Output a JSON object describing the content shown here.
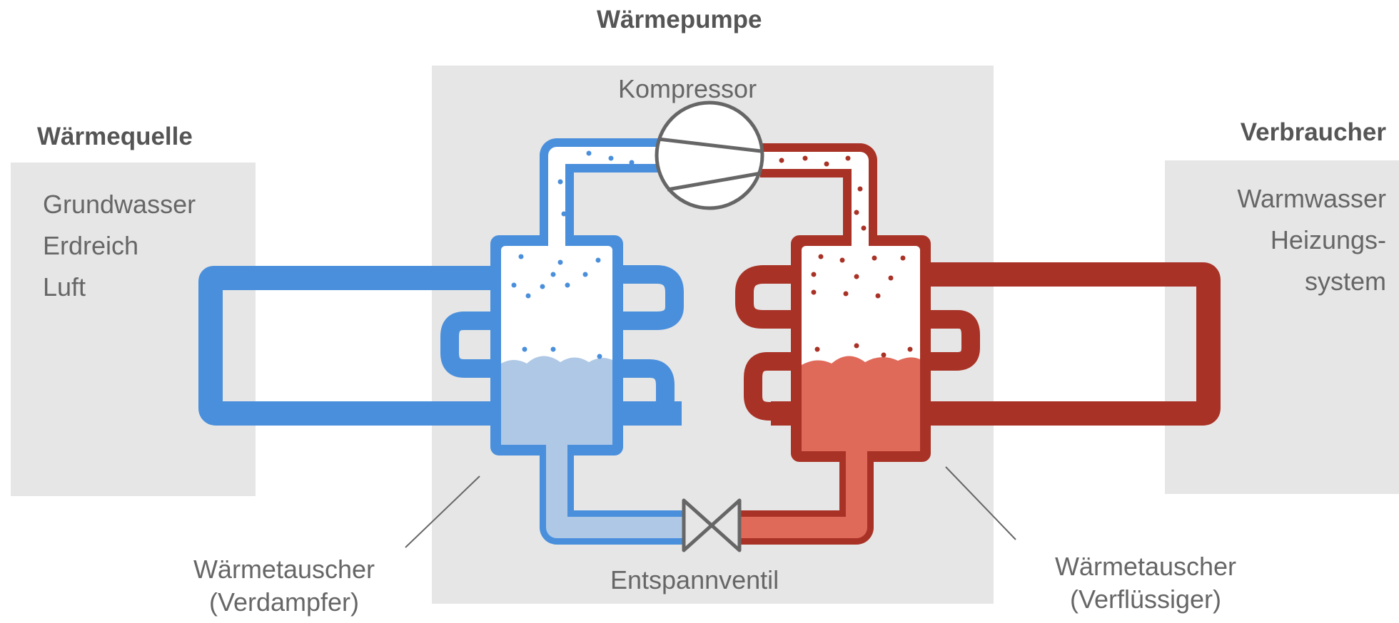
{
  "title": "Wärmepumpe",
  "source": {
    "heading": "Wärmequelle",
    "items": [
      "Grundwasser",
      "Erdreich",
      "Luft"
    ]
  },
  "consumer": {
    "heading": "Verbraucher",
    "items": [
      "Warmwasser",
      "Heizungs-",
      "system"
    ]
  },
  "components": {
    "compressor": "Kompressor",
    "valve": "Entspannventil",
    "evaporator": [
      "Wärmetauscher",
      "(Verdampfer)"
    ],
    "condenser": [
      "Wärmetauscher",
      "(Verflüssiger)"
    ]
  },
  "colors": {
    "cold": "#4a8fdc",
    "cold_liquid": "#aec8e6",
    "hot": "#a93226",
    "hot_liquid": "#e06a5a",
    "panel": "#e6e6e6",
    "outline": "#666666"
  }
}
